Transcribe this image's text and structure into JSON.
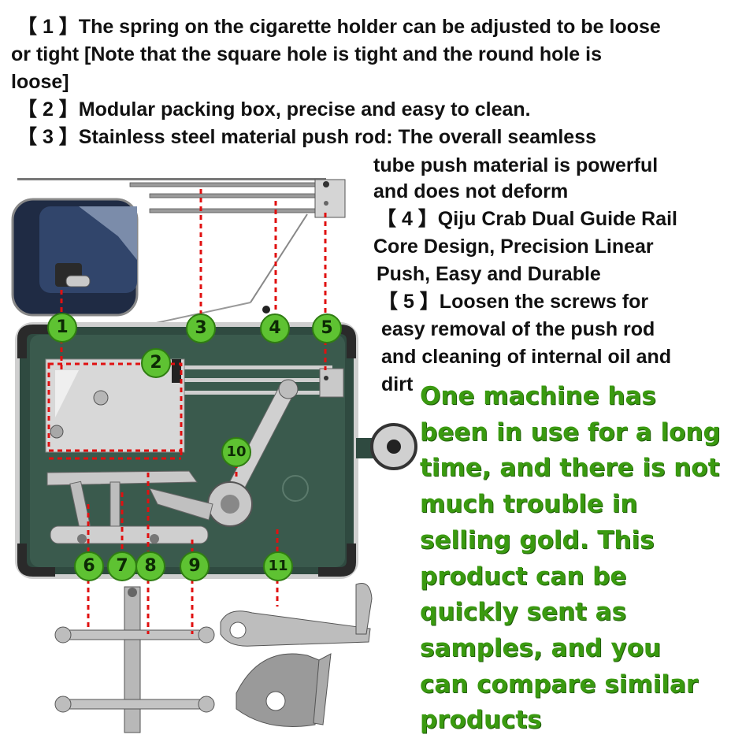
{
  "intro_lines": [
    "【 1 】The spring on the cigarette holder can be adjusted to be loose",
    "or tight [Note that the square hole is tight and the round hole is",
    "loose]",
    "【 2 】Modular packing box, precise and easy to clean.",
    "【 3 】Stainless steel material push rod: The overall seamless"
  ],
  "side_lines": [
    "tube push material is powerful",
    "and does not deform",
    "【 4 】Qiju Crab Dual Guide Rail",
    "Core Design, Precision Linear",
    " Push, Easy and Durable",
    "【 5 】Loosen the screws for",
    "easy removal of the push rod",
    "and cleaning of internal oil and",
    "dirt"
  ],
  "green_lines": [
    "One machine has",
    "been in use for a long",
    "time, and there is not",
    " much trouble in",
    "selling gold. This",
    "product can be",
    "quickly sent as",
    "samples, and you",
    "can compare similar",
    "products"
  ],
  "callouts": [
    "1",
    "2",
    "3",
    "4",
    "5",
    "6",
    "7",
    "8",
    "9",
    "10",
    "11"
  ],
  "colors": {
    "body_text": "#111111",
    "promo_text": "#3a9a10",
    "callout_fill": "#5ec232",
    "guide_line": "#e01010",
    "tray": "#2f4a40"
  }
}
